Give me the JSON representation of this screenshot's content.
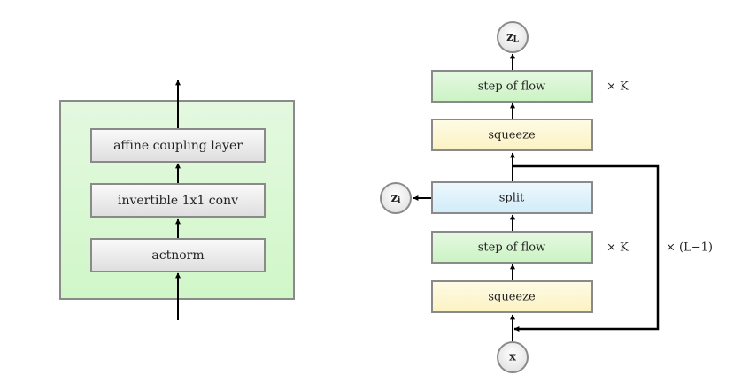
{
  "left_block": {
    "layers": {
      "affine_coupling": "affine coupling layer",
      "invertible_conv": "invertible 1x1 conv",
      "actnorm": "actnorm"
    }
  },
  "right_block": {
    "nodes": {
      "z_L_base": "z",
      "z_L_sub": "L",
      "z_i_base": "z",
      "z_i_sub": "i",
      "x": "x"
    },
    "boxes": {
      "step_of_flow_top": "step of flow",
      "squeeze_top": "squeeze",
      "split": "split",
      "step_of_flow_bottom": "step of flow",
      "squeeze_bottom": "squeeze"
    },
    "annotations": {
      "repeat_top": "× K",
      "repeat_bottom": "× K",
      "repeat_levels": "× (L−1)"
    }
  },
  "colors": {
    "green_fill": "#d4f5cf",
    "yellow_fill": "#fdf7d2",
    "blue_fill": "#dcf1fb",
    "gray_fill": "#ececec",
    "border": "#8a8a8a"
  }
}
